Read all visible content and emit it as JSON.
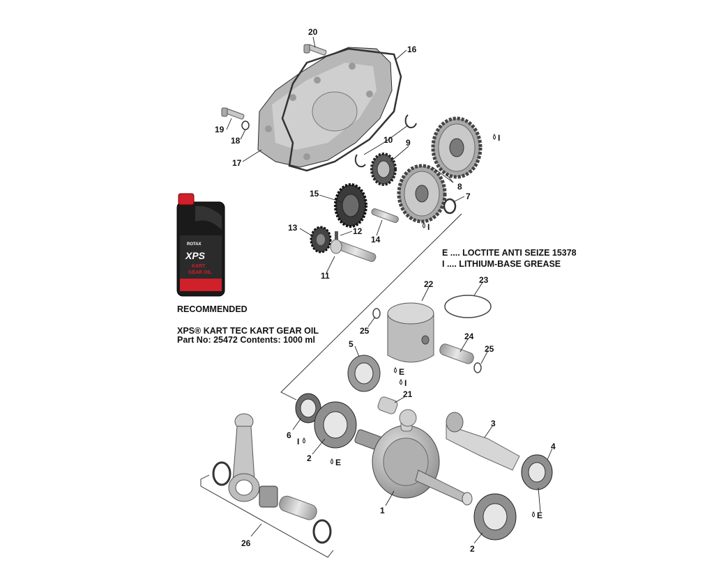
{
  "legend": {
    "loctite": "E .... LOCTITE ANTI SEIZE 15378",
    "grease": "I  .... LITHIUM-BASE GREASE"
  },
  "recommendation": {
    "heading": "RECOMMENDED",
    "product": "XPS® KART TEC KART GEAR OIL",
    "part_line": "Part No: 25472  Contents: 1000 ml"
  },
  "bottle": {
    "brand": "ROTAX",
    "logo": "XPS",
    "label_line1": "KART",
    "label_line2": "GEAR OIL"
  },
  "callouts": {
    "c1": "1",
    "c2a": "2",
    "c2b": "2",
    "c3": "3",
    "c4": "4",
    "c5": "5",
    "c6": "6",
    "c7": "7",
    "c8": "8",
    "c9": "9",
    "c10": "10",
    "c11": "11",
    "c12": "12",
    "c13": "13",
    "c14": "14",
    "c15": "15",
    "c16": "16",
    "c17": "17",
    "c18": "18",
    "c19": "19",
    "c20": "20",
    "c21": "21",
    "c22": "22",
    "c23": "23",
    "c24": "24",
    "c25a": "25",
    "c25b": "25",
    "c26": "26"
  },
  "symbols": {
    "e1": "E",
    "e2": "E",
    "e3": "E",
    "i1": "I",
    "i2": "I",
    "i3": "I",
    "i4": "I"
  },
  "colors": {
    "part_gray": "#bdbdbd",
    "part_dark": "#8c8c8c",
    "bottle_black": "#1a1a1a",
    "bottle_red": "#d0202a"
  }
}
